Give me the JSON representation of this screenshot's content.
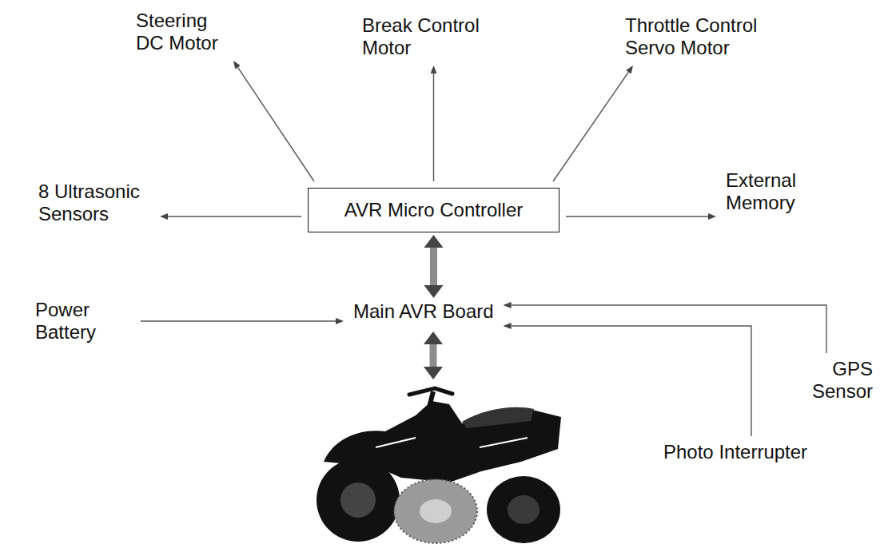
{
  "diagram": {
    "nodes": [
      {
        "text": [
          "Steering DC Motor"
        ]
      },
      {
        "text": [
          "Break Control Motor"
        ]
      },
      {
        "text": [
          "Throttle Control Servo Motor"
        ]
      },
      {
        "text": [
          "8 Ultrasonic Sensors"
        ]
      },
      {
        "text": [
          "AVR Micro Controller"
        ]
      },
      {
        "text": [
          "External Memory"
        ]
      },
      {
        "text": [
          "Power Battery"
        ]
      },
      {
        "text": [
          "Main AVR Board"
        ]
      },
      {
        "text": [
          "GPS Sensor"
        ]
      },
      {
        "text": [
          "Photo Interrupter"
        ]
      }
    ],
    "edges": [
      {
        "from": 4,
        "to": 0,
        "arrow": "to"
      },
      {
        "from": 4,
        "to": 1,
        "arrow": "to"
      },
      {
        "from": 4,
        "to": 2,
        "arrow": "to"
      },
      {
        "from": 4,
        "to": 3,
        "arrow": "to"
      },
      {
        "from": 4,
        "to": 5,
        "arrow": "to"
      },
      {
        "from": 4,
        "to": 7,
        "arrow": "both"
      },
      {
        "from": 6,
        "to": 7,
        "arrow": "to"
      },
      {
        "from": 8,
        "to": 7,
        "arrow": "to"
      },
      {
        "from": 9,
        "to": 7,
        "arrow": "to"
      }
    ]
  }
}
